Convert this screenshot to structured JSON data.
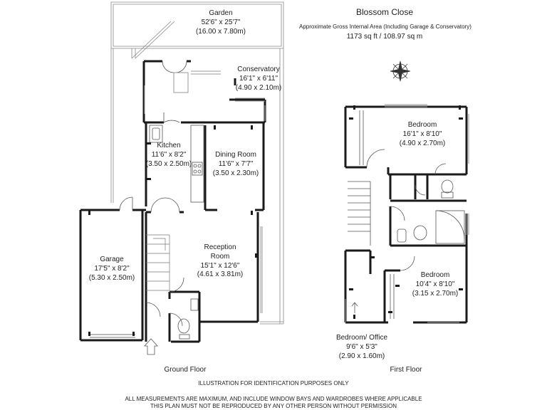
{
  "header": {
    "title": "Blossom Close",
    "subtitle": "Approximate Gross Internal Area (Including Garage & Conservatory)",
    "area": "1173 sq ft  /  108.97 sq m"
  },
  "ground_floor": {
    "label": "Ground Floor",
    "rooms": {
      "garden": {
        "name": "Garden",
        "imperial": "52'6\" x 25'7\"",
        "metric": "(16.00 x 7.80m)"
      },
      "conservatory": {
        "name": "Conservatory",
        "imperial": "16'1\" x 6'11\"",
        "metric": "(4.90 x 2.10m)"
      },
      "kitchen": {
        "name": "Kitchen",
        "imperial": "11'6\" x 8'2\"",
        "metric": "(3.50 x 2.50m)"
      },
      "dining": {
        "name": "Dining Room",
        "imperial": "11'6\" x 7'7\"",
        "metric": "(3.50 x 2.30m)"
      },
      "reception": {
        "name": "Reception",
        "name2": "Room",
        "imperial": "15'1\" x 12'6\"",
        "metric": "(4.61 x 3.81m)"
      },
      "garage": {
        "name": "Garage",
        "imperial": "17'5\" x 8'2\"",
        "metric": "(5.30 x 2.50m)"
      }
    }
  },
  "first_floor": {
    "label": "First Floor",
    "rooms": {
      "bedroom1": {
        "name": "Bedroom",
        "imperial": "16'1\" x 8'10\"",
        "metric": "(4.90 x 2.70m)"
      },
      "bedroom2": {
        "name": "Bedroom",
        "imperial": "10'4\" x 8'10\"",
        "metric": "(3.15 x 2.70m)"
      },
      "office": {
        "name": "Bedroom/ Office",
        "imperial": "9'6\" x 5'3\"",
        "metric": "(2.90 x 1.60m)"
      }
    }
  },
  "footer": {
    "identification": "ILLUSTRATION FOR IDENTIFICATION PURPOSES ONLY",
    "line1": "ALL MEASUREMENTS ARE MAXIMUM, AND INCLUDE WINDOW BAYS AND WARDROBES WHERE APPLICABLE",
    "line2": "THIS PLAN MUST NOT BE REPRODUCED BY ANY OTHER PERSON WITHOUT PERMISSION"
  },
  "colors": {
    "wall": "#1a1a1a",
    "line": "#555555",
    "window": "#9a9a9a"
  }
}
